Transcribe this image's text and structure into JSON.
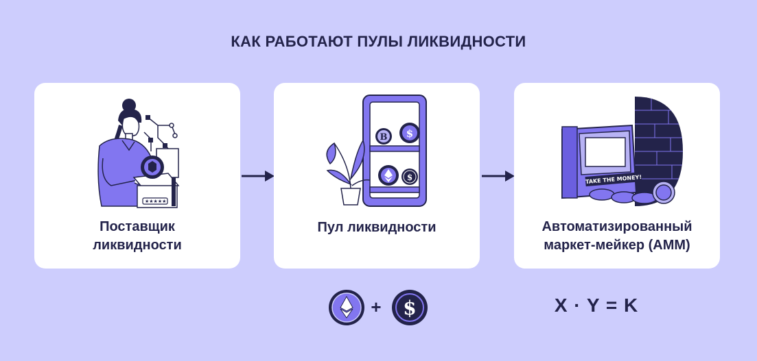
{
  "header": {
    "title": "КАК РАБОТАЮТ ПУЛЫ ЛИКВИДНОСТИ"
  },
  "steps": [
    {
      "label_line1": "Поставщик",
      "label_line2": "ликвидности",
      "icon": "woman-provider-illustration"
    },
    {
      "label_line1": "Пул ликвидности",
      "label_line2": "",
      "icon": "phone-coins-illustration"
    },
    {
      "label_line1": "Автоматизированный",
      "label_line2": "маркет-мейкер (AMM)",
      "icon": "atm-machine-illustration"
    }
  ],
  "atm_banner": "TAKE THE MONEY!",
  "coin_letters": {
    "bitcoin": "B",
    "dollar": "$"
  },
  "formula": {
    "plus": "+",
    "equation": "X · Y = K"
  },
  "colors": {
    "background": "#cdcdfd",
    "card": "#ffffff",
    "accent": "#7b6ff0",
    "dark": "#23234a"
  }
}
